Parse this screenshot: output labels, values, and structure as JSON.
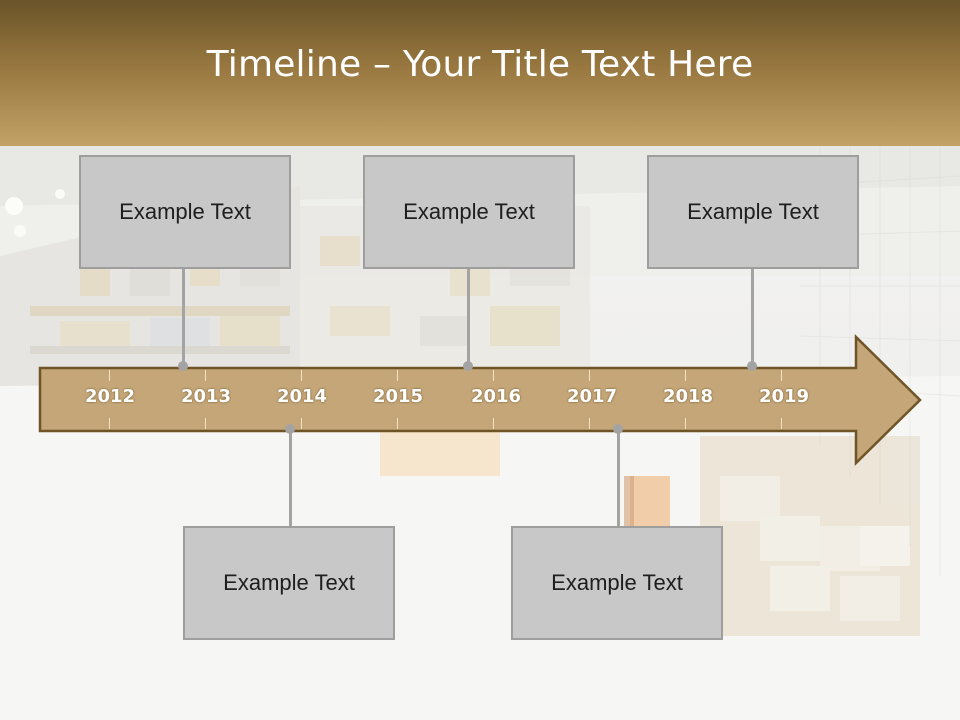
{
  "title": "Timeline – Your Title Text Here",
  "colors": {
    "header_dark": "#6a5429",
    "header_light": "#c2a266",
    "arrow_fill": "#c5a678",
    "arrow_border": "#6f5427",
    "card_fill": "#c8c8c8",
    "connector": "#a3a3a3"
  },
  "timeline": {
    "years": [
      "2012",
      "2013",
      "2014",
      "2015",
      "2016",
      "2017",
      "2018",
      "2019"
    ]
  },
  "cards_top": [
    {
      "text": "Example Text"
    },
    {
      "text": "Example Text"
    },
    {
      "text": "Example Text"
    }
  ],
  "cards_bottom": [
    {
      "text": "Example Text"
    },
    {
      "text": "Example Text"
    }
  ]
}
